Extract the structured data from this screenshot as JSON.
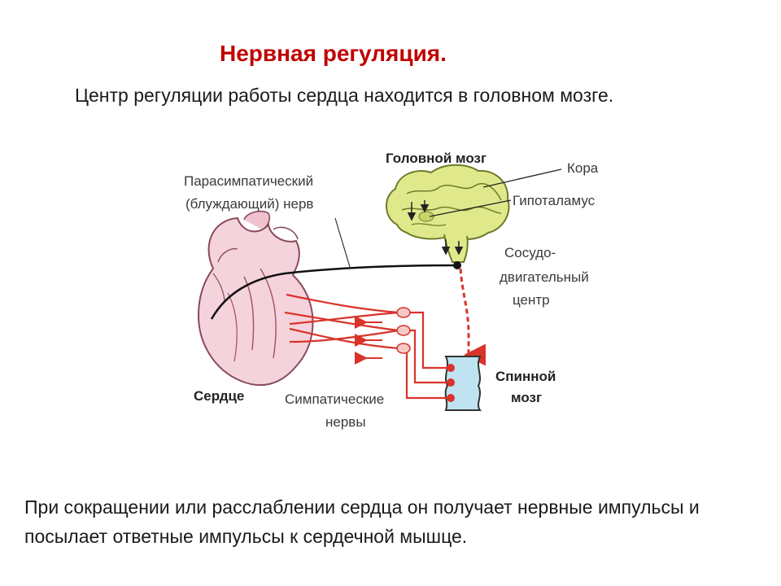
{
  "title": "Нервная регуляция.",
  "intro": "Центр регуляции работы сердца находится в головном мозге.",
  "diagram": {
    "labels": {
      "brain": "Головной мозг",
      "cortex": "Кора",
      "hypothalamus": "Гипоталамус",
      "parasympathetic_line1": "Парасимпатический",
      "parasympathetic_line2": "(блуждающий) нерв",
      "vasomotor_line1": "Сосудо-",
      "vasomotor_line2": "двигательный",
      "vasomotor_line3": "центр",
      "heart": "Сердце",
      "sympathetic_line1": "Симпатические",
      "sympathetic_line2": "нервы",
      "spinal_line1": "Спинной",
      "spinal_line2": "мозг"
    },
    "colors": {
      "title": "#c00000",
      "heart_fill": "#f4d3dc",
      "heart_stroke": "#8a4a5a",
      "brain_fill": "#dfe98c",
      "brain_stroke": "#6e7a2a",
      "sympathetic_nerve": "#d9332b",
      "spinal_cord_fill": "#bfe3f0"
    }
  },
  "footer": "При сокращении или расслаблении сердца он получает нервные импульсы и посылает ответные импульсы к сердечной мышце."
}
